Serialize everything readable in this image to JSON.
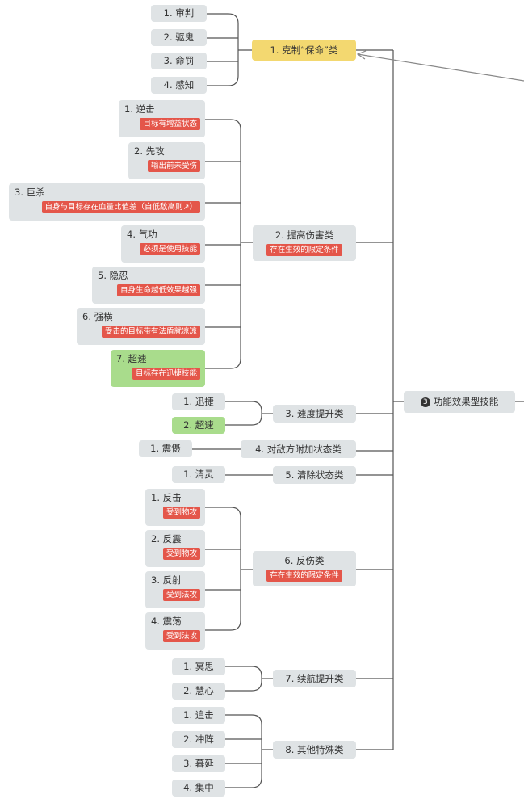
{
  "root": {
    "badge": "3",
    "label": "功能效果型技能"
  },
  "branches": [
    {
      "label": "1. 克制“保命”类",
      "children": [
        "1. 审判",
        "2. 驱鬼",
        "3. 命罚",
        "4. 感知"
      ]
    },
    {
      "label": "2. 提高伤害类",
      "tag": "存在生效的限定条件",
      "children": [
        {
          "label": "1. 逆击",
          "tag": "目标有增益状态"
        },
        {
          "label": "2. 先攻",
          "tag": "输出前未受伤"
        },
        {
          "label": "3. 巨杀",
          "tag": "自身与目标存在血量比值差（自低敌高则↗）"
        },
        {
          "label": "4. 气功",
          "tag": "必须是使用技能"
        },
        {
          "label": "5. 隐忍",
          "tag": "自身生命越低效果越强"
        },
        {
          "label": "6. 强横",
          "tag": "受击的目标带有法盾就凉凉"
        },
        {
          "label": "7. 超速",
          "tag": "目标存在迅捷技能"
        }
      ]
    },
    {
      "label": "3. 速度提升类",
      "children": [
        "1. 迅捷",
        "2. 超速"
      ]
    },
    {
      "label": "4. 对敌方附加状态类",
      "children": [
        "1. 震慑"
      ]
    },
    {
      "label": "5. 清除状态类",
      "children": [
        "1. 清灵"
      ]
    },
    {
      "label": "6. 反伤类",
      "tag": "存在生效的限定条件",
      "children": [
        {
          "label": "1. 反击",
          "tag": "受到物攻"
        },
        {
          "label": "2. 反震",
          "tag": "受到物攻"
        },
        {
          "label": "3. 反射",
          "tag": "受到法攻"
        },
        {
          "label": "4. 震荡",
          "tag": "受到法攻"
        }
      ]
    },
    {
      "label": "7. 续航提升类",
      "children": [
        "1. 冥思",
        "2. 慧心"
      ]
    },
    {
      "label": "8. 其他特殊类",
      "children": [
        "1. 追击",
        "2. 冲阵",
        "3. 暮延",
        "4. 集中"
      ]
    }
  ],
  "colors": {
    "line": "#555555",
    "node": "#dfe3e5",
    "highlight": "#f3d870",
    "green": "#a9dc8c",
    "tag": "#e4564a",
    "arrow": "#888888"
  }
}
